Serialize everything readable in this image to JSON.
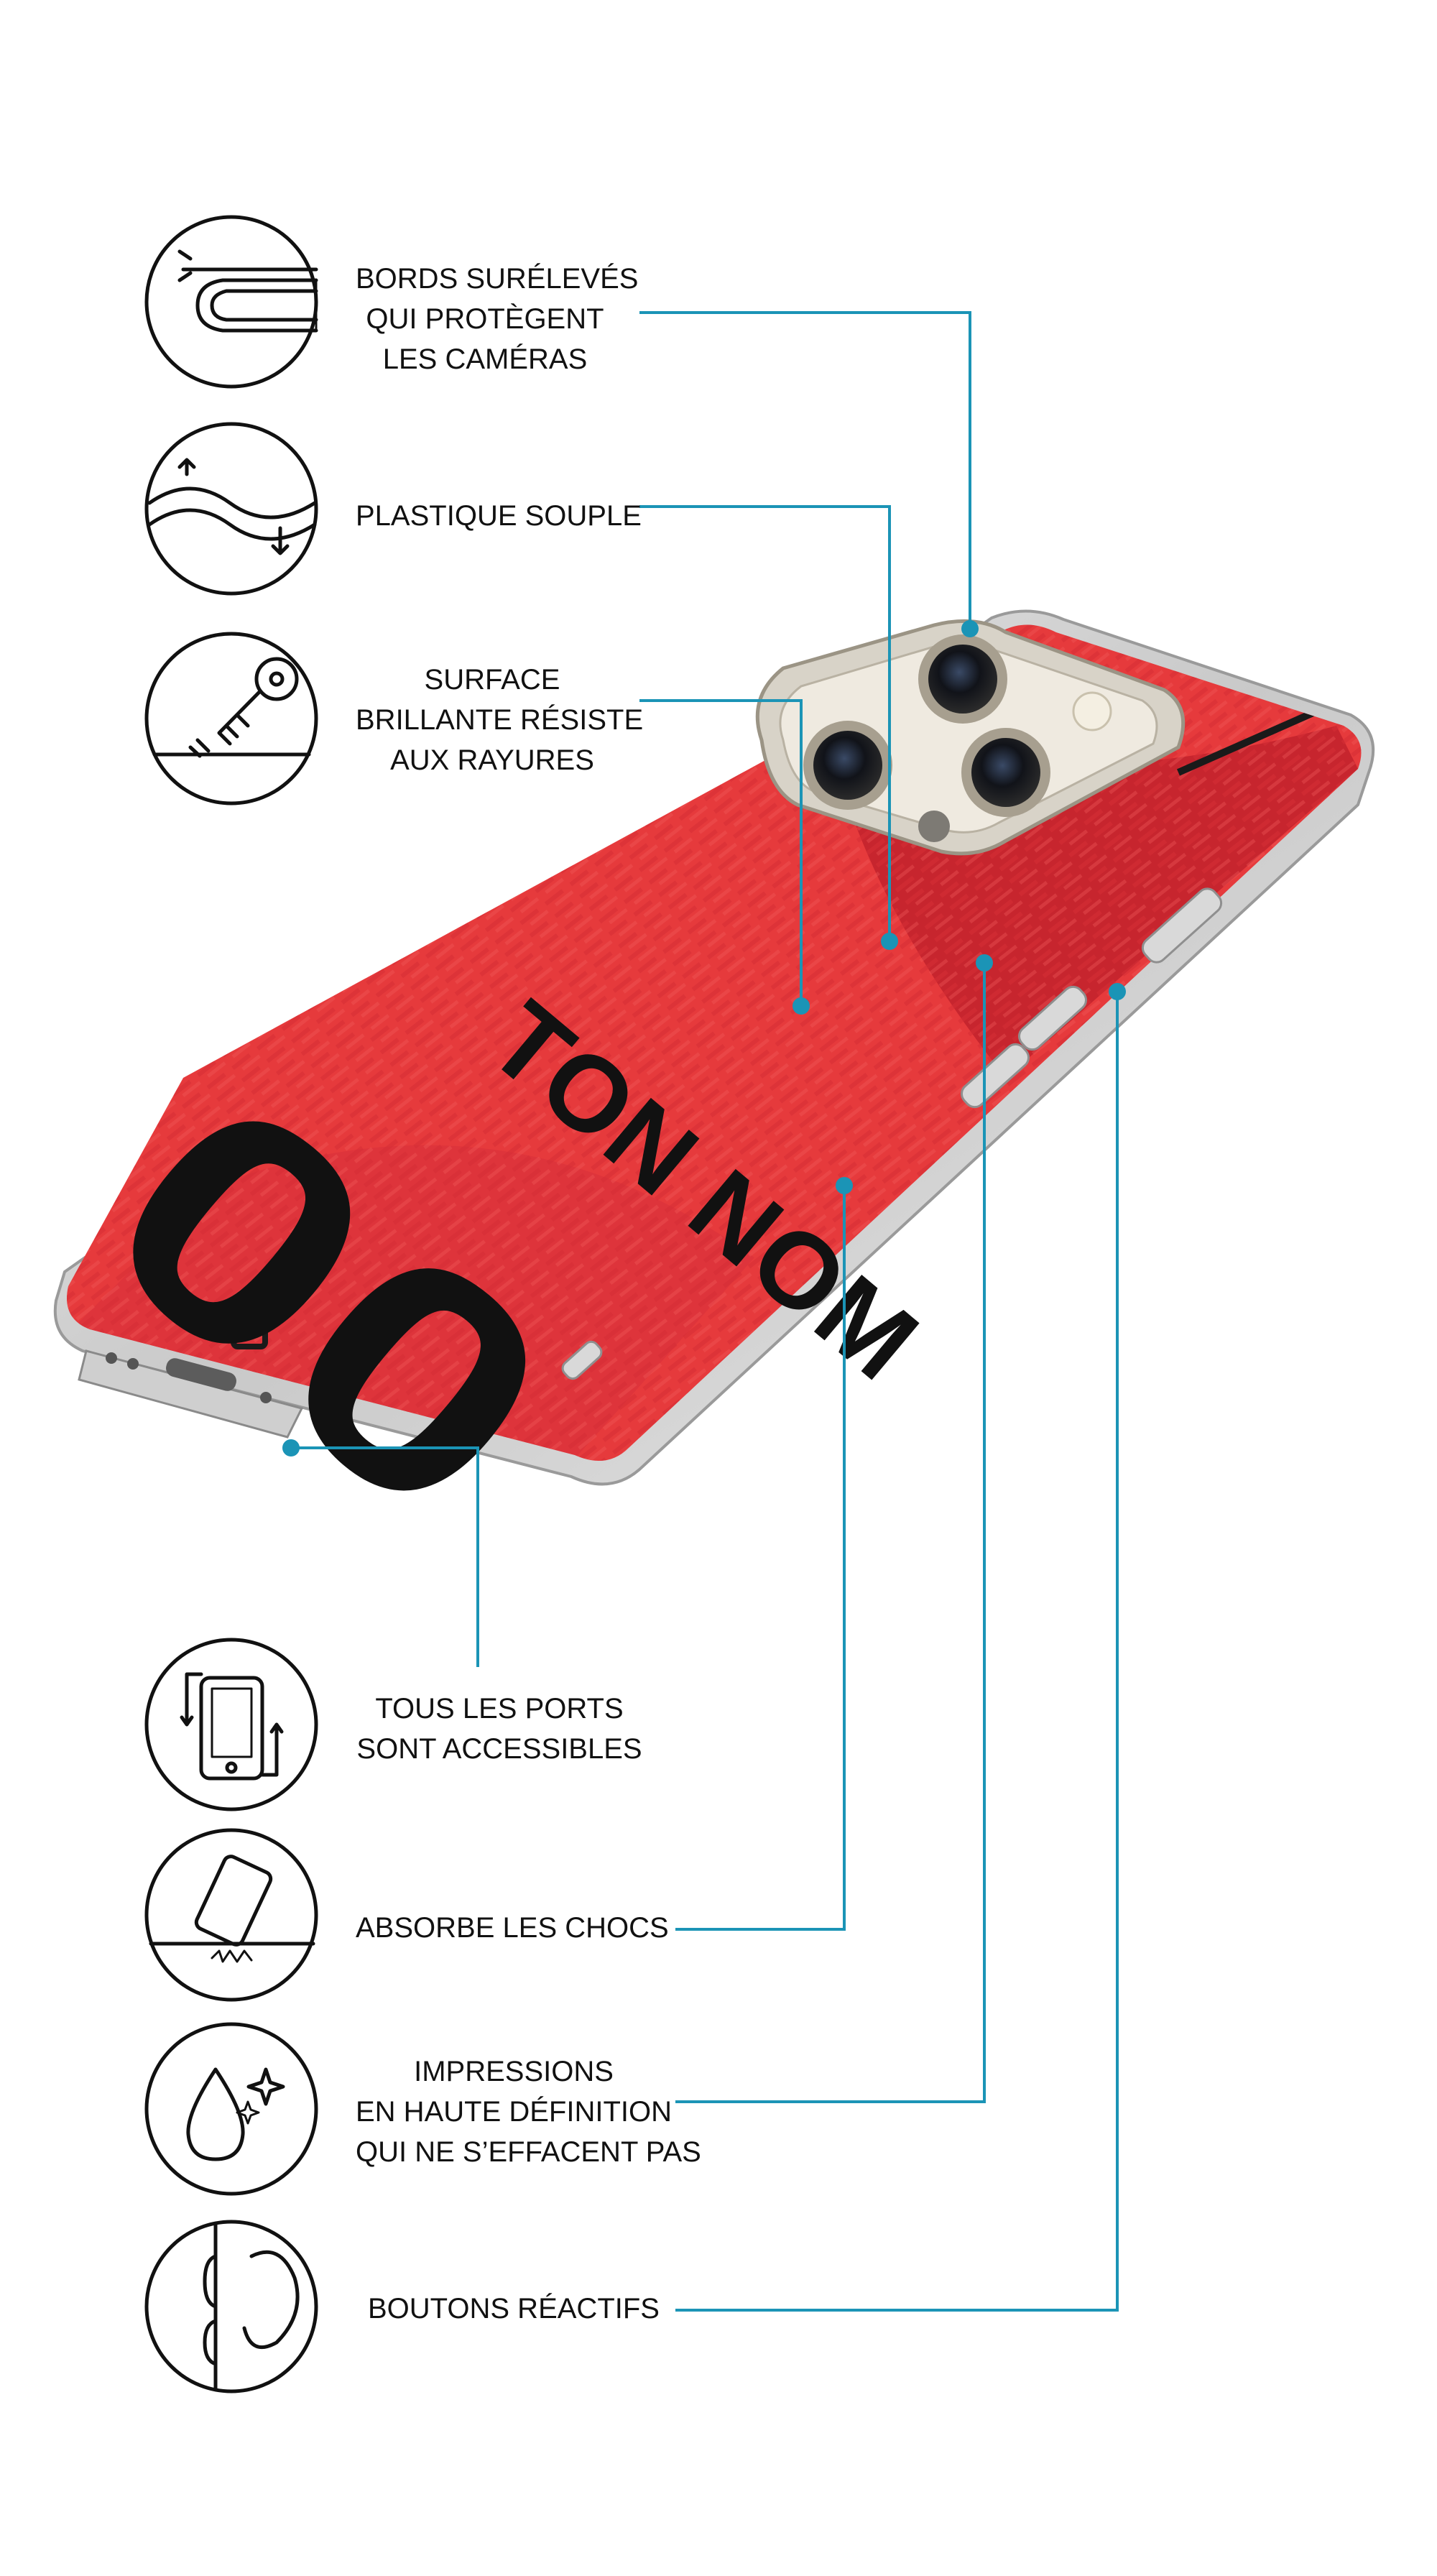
{
  "product": {
    "print_name": "TON NOM",
    "print_number": "00"
  },
  "colors": {
    "case_red": "#e63a3c",
    "case_red_dark": "#c7252e",
    "callout_line": "#1b94b6",
    "callout_dot": "#1b94b6",
    "icon_stroke": "#111111"
  },
  "features": [
    {
      "id": "raised-edges",
      "icon": "raised-edge-icon",
      "lines": [
        "BORDS SURÉLEVÉS",
        "QUI PROTÈGENT",
        "LES CAMÉRAS"
      ]
    },
    {
      "id": "soft-plastic",
      "icon": "flex-wave-icon",
      "lines": [
        "PLASTIQUE SOUPLE"
      ]
    },
    {
      "id": "scratch-resistant",
      "icon": "key-scratch-icon",
      "lines": [
        "SURFACE",
        "BRILLANTE RÉSISTE",
        "AUX RAYURES"
      ]
    },
    {
      "id": "ports-accessible",
      "icon": "phone-rotate-icon",
      "lines": [
        "TOUS LES PORTS",
        "SONT ACCESSIBLES"
      ]
    },
    {
      "id": "shock-absorb",
      "icon": "phone-drop-icon",
      "lines": [
        "ABSORBE LES CHOCS"
      ]
    },
    {
      "id": "hd-print",
      "icon": "droplet-sparkle-icon",
      "lines": [
        "IMPRESSIONS",
        "EN HAUTE DÉFINITION",
        "QUI NE S’EFFACENT PAS"
      ]
    },
    {
      "id": "responsive-buttons",
      "icon": "side-buttons-icon",
      "lines": [
        "BOUTONS RÉACTIFS"
      ]
    }
  ]
}
